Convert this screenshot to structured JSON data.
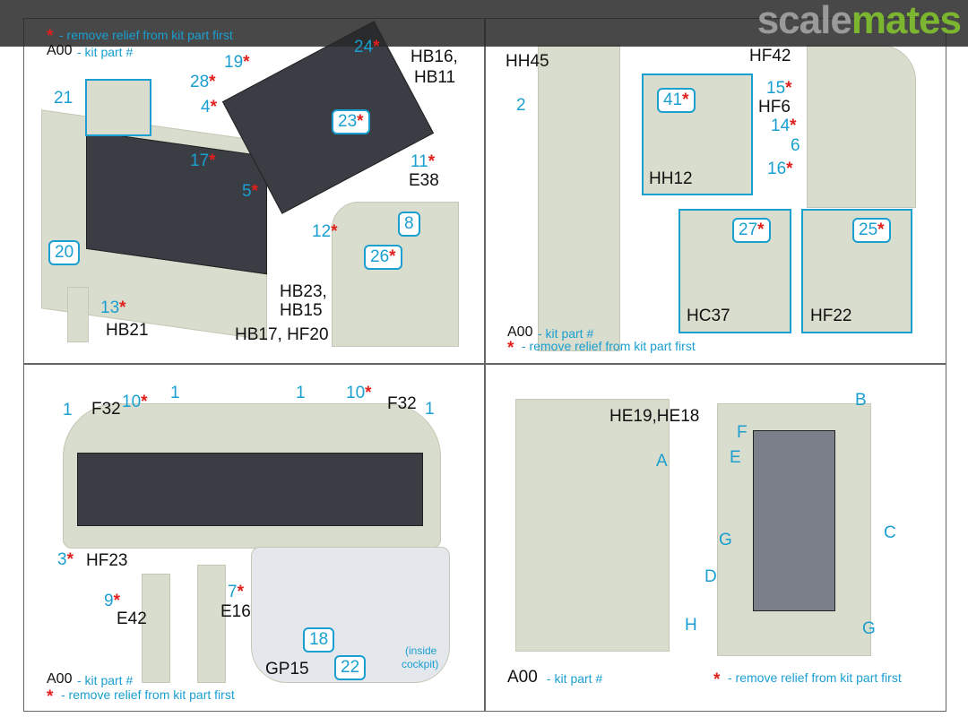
{
  "watermark": {
    "part1": "scale",
    "part2": "mates",
    "color1": "#9a9a9a",
    "color2": "#7cb530"
  },
  "legend": {
    "star": "*",
    "remove_relief": "- remove relief from kit part first",
    "code": "A00",
    "kit_part": "- kit part #"
  },
  "panel1": {
    "labels": [
      "21",
      "17",
      "20",
      "13",
      "HB21",
      "19",
      "28",
      "4",
      "24",
      "HB16,",
      "HB11",
      "23",
      "11",
      "E38",
      "5",
      "12",
      "8",
      "26",
      "HB23,",
      "HB15",
      "HB17, HF20"
    ]
  },
  "panel2": {
    "labels": [
      "HH45",
      "2",
      "41",
      "HH12",
      "HF42",
      "15",
      "HF6",
      "14",
      "6",
      "16",
      "27",
      "HC37",
      "25",
      "HF22"
    ]
  },
  "panel3": {
    "labels": [
      "1",
      "F32",
      "10",
      "1",
      "1",
      "10",
      "F32",
      "1",
      "3",
      "HF23",
      "9",
      "E42",
      "7",
      "E16",
      "18",
      "22",
      "GP15",
      "(inside",
      "cockpit)"
    ]
  },
  "panel4": {
    "labels": [
      "HE19,HE18",
      "A",
      "B",
      "F",
      "E",
      "C",
      "G",
      "D",
      "H",
      "G"
    ]
  },
  "colors": {
    "callout": "#1a9fd0",
    "star": "#e0201c",
    "resin": "#d9ddcd"
  }
}
